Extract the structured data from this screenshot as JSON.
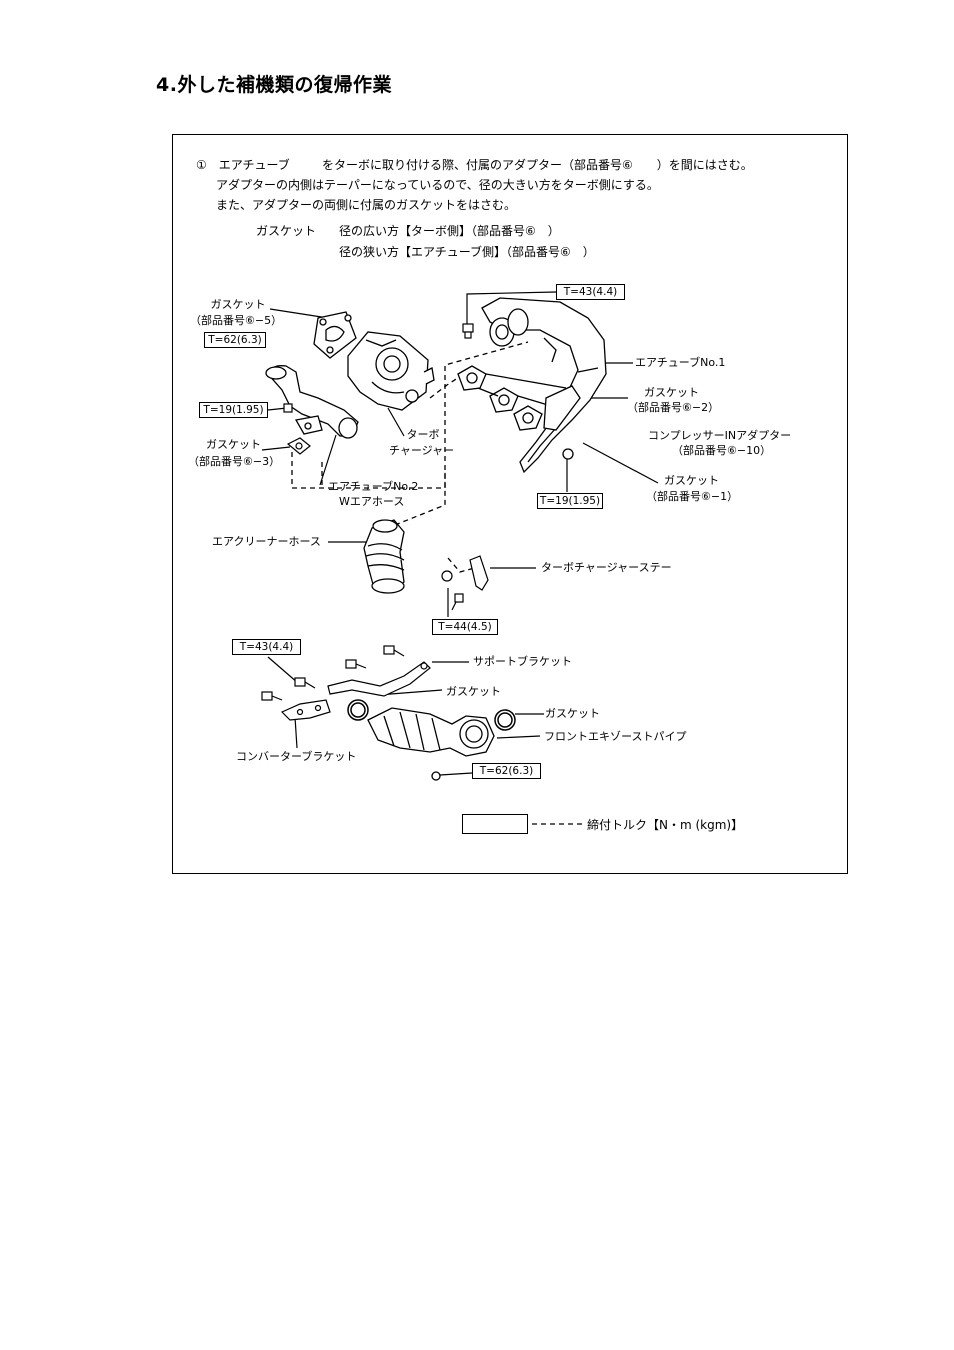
{
  "heading": "4.外した補機類の復帰作業",
  "instructions": {
    "line1_a": "①　エアチューブ",
    "line1_b": "をターボに取り付ける際、付属のアダプター（部品番号⑥　　）を間にはさむ。",
    "line2": "アダプターの内側はテーパーになっているので、径の大きい方をターボ側にする。",
    "line3": "また、アダプターの両側に付属のガスケットをはさむ。",
    "gasket_label": "ガスケット",
    "gasket_wide": "径の広い方【ターボ側】（部品番号⑥　）",
    "gasket_narrow": "径の狭い方【エアチューブ側】（部品番号⑥　）"
  },
  "labels": {
    "gasket_6_5_a": "ガスケット",
    "gasket_6_5_b": "（部品番号⑥−5）",
    "gasket_6_3_a": "ガスケット",
    "gasket_6_3_b": "（部品番号⑥−3）",
    "turbo_a": "ターボ",
    "turbo_b": "チャージャー",
    "air_tube_2_a": "エアチューブNo.2",
    "air_tube_2_b": "Wエアホース",
    "air_tube_1": "エアチューブNo.1",
    "gasket_6_2_a": "ガスケット",
    "gasket_6_2_b": "（部品番号⑥−2）",
    "compressor_a": "コンプレッサーINアダプター",
    "compressor_b": "（部品番号⑥−10）",
    "gasket_6_1_a": "ガスケット",
    "gasket_6_1_b": "（部品番号⑥−1）",
    "air_cleaner_hose": "エアクリーナーホース",
    "turbo_stay": "ターボチャージャーステー",
    "support_bracket": "サポートブラケット",
    "gasket_mid": "ガスケット",
    "gasket_right": "ガスケット",
    "front_exhaust": "フロントエキゾーストパイプ",
    "converter_bracket": "コンバーターブラケット"
  },
  "torques": {
    "t_62_top": "T=62(6.3)",
    "t_43_top": "T=43(4.4)",
    "t_19_left": "T=19(1.95)",
    "t_19_right": "T=19(1.95)",
    "t_44": "T=44(4.5)",
    "t_43_bottom": "T=43(4.4)",
    "t_62_bottom": "T=62(6.3)"
  },
  "legend": {
    "text": "締付トルク【N・m (kgm)】"
  }
}
